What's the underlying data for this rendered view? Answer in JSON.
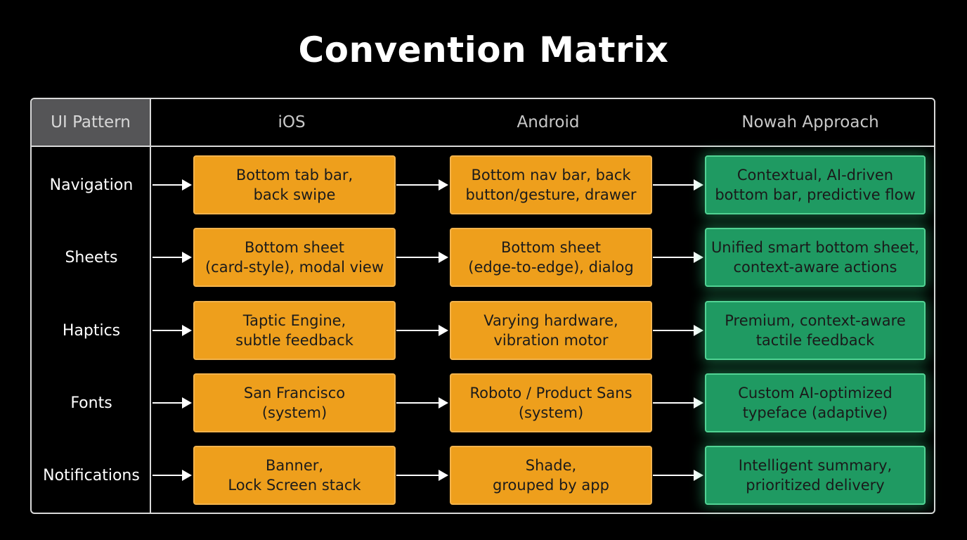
{
  "title": "Convention Matrix",
  "columns": {
    "pattern": "UI Pattern",
    "ios": "iOS",
    "android": "Android",
    "nowah": "Nowah Approach"
  },
  "rows": [
    {
      "label": "Navigation",
      "ios": "Bottom tab bar,\nback swipe",
      "android": "Bottom nav bar, back\nbutton/gesture, drawer",
      "nowah": "Contextual, AI-driven\nbottom bar, predictive flow"
    },
    {
      "label": "Sheets",
      "ios": "Bottom sheet\n(card-style), modal view",
      "android": "Bottom sheet\n(edge-to-edge), dialog",
      "nowah": "Unified smart bottom sheet,\ncontext-aware actions"
    },
    {
      "label": "Haptics",
      "ios": "Taptic Engine,\nsubtle feedback",
      "android": "Varying hardware,\nvibration motor",
      "nowah": "Premium, context-aware\ntactile feedback"
    },
    {
      "label": "Fonts",
      "ios": "San Francisco\n(system)",
      "android": "Roboto / Product Sans\n(system)",
      "nowah": "Custom AI-optimized\ntypeface (adaptive)"
    },
    {
      "label": "Notifications",
      "ios": "Banner,\nLock Screen stack",
      "android": "Shade,\ngrouped by app",
      "nowah": "Intelligent summary,\nprioritized delivery"
    }
  ],
  "colors": {
    "background": "#000000",
    "ios_android_box": "#ee9f1c",
    "nowah_box": "#1f9a62",
    "grid_line": "#d9d9d9",
    "header_cell": "#555557"
  }
}
